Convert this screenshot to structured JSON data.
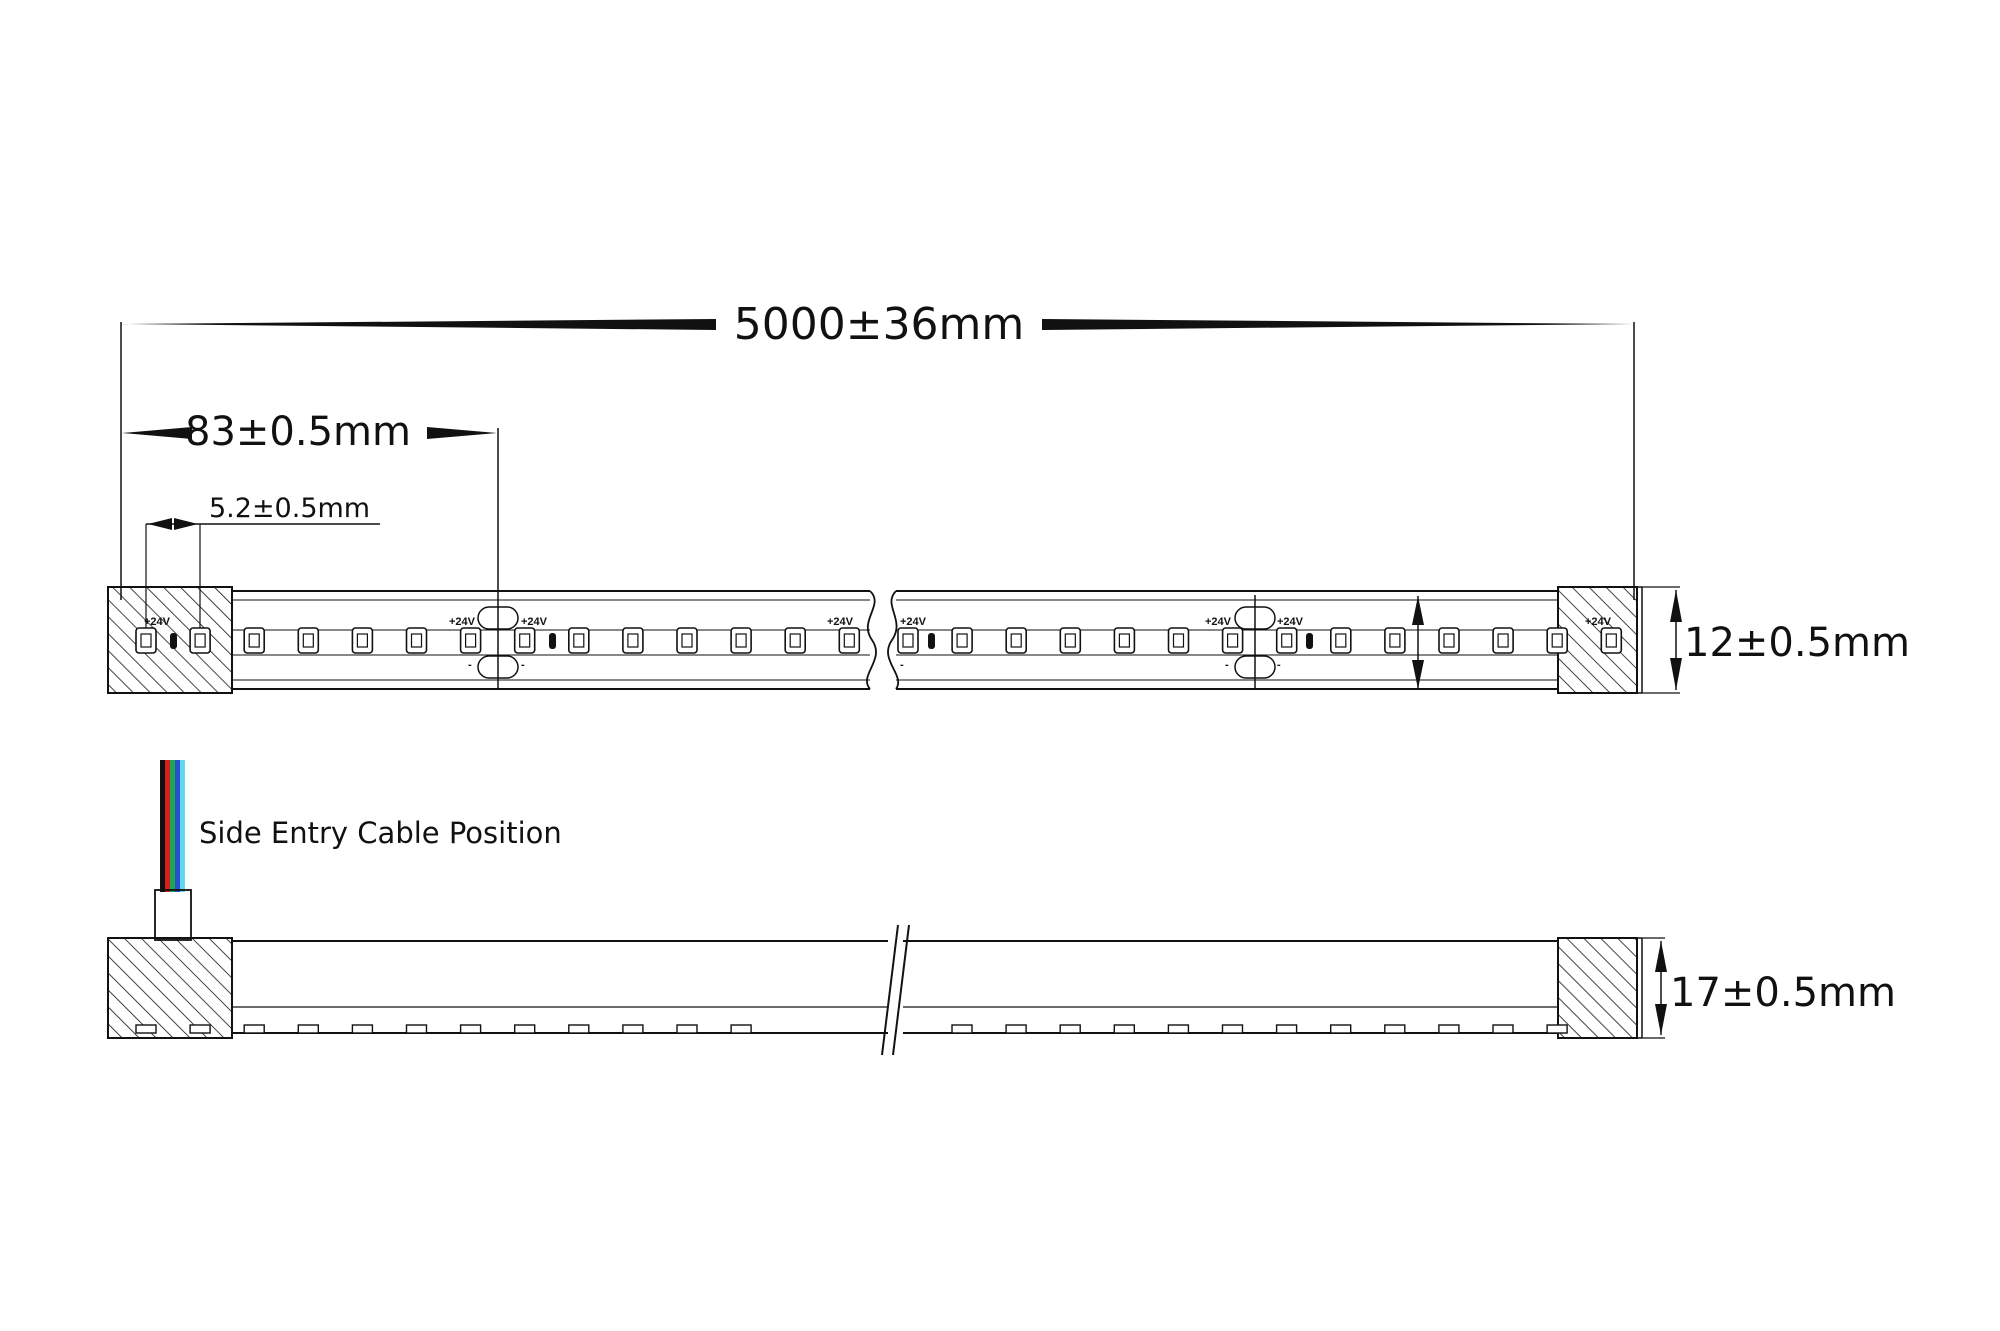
{
  "dimensions": {
    "overall_length": "5000±36mm",
    "cut_length": "83±0.5mm",
    "led_pitch": "5.2±0.5mm",
    "width": "12±0.5mm",
    "height": "17±0.5mm"
  },
  "labels": {
    "side_entry": "Side Entry Cable Position",
    "voltage_mark": "+24V",
    "minus_mark": "-"
  },
  "cable_colors": [
    "#111111",
    "#d42020",
    "#1fa84a",
    "#2a4fd0",
    "#5fd8f0"
  ],
  "line_color": "#111111"
}
